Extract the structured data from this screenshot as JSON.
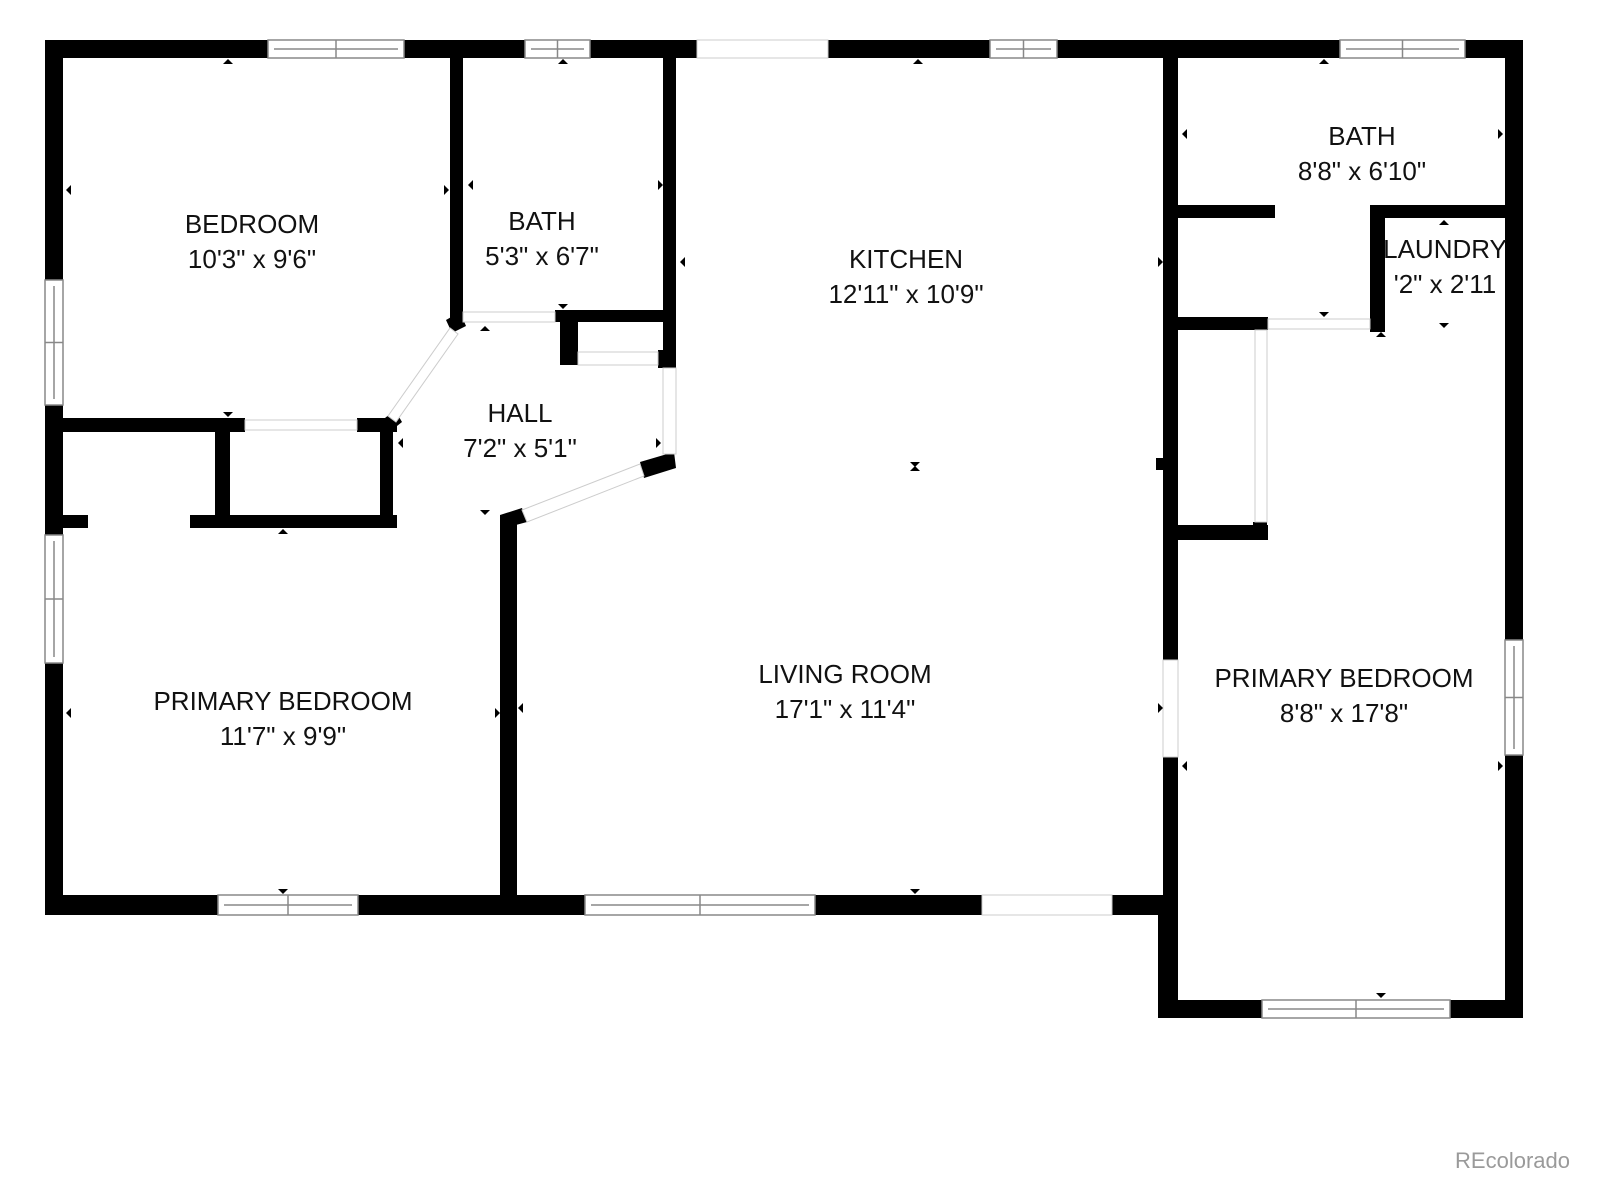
{
  "rooms": [
    {
      "name": "BEDROOM",
      "dims": "10'3\" x 9'6\""
    },
    {
      "name": "BATH",
      "dims": "5'3\" x 6'7\""
    },
    {
      "name": "KITCHEN",
      "dims": "12'11\" x 10'9\""
    },
    {
      "name": "BATH",
      "dims": "8'8\" x 6'10\""
    },
    {
      "name": "LAUNDRY",
      "dims": "'2\" x 2'11"
    },
    {
      "name": "HALL",
      "dims": "7'2\" x 5'1\""
    },
    {
      "name": "PRIMARY BEDROOM",
      "dims": "11'7\" x 9'9\""
    },
    {
      "name": "LIVING ROOM",
      "dims": "17'1\" x 11'4\""
    },
    {
      "name": "PRIMARY BEDROOM",
      "dims": "8'8\" x 17'8\""
    }
  ],
  "watermark": "REcolorado",
  "colors": {
    "wall": "#000000",
    "window": "#ffffff",
    "watermark": "#9a9a9a"
  }
}
